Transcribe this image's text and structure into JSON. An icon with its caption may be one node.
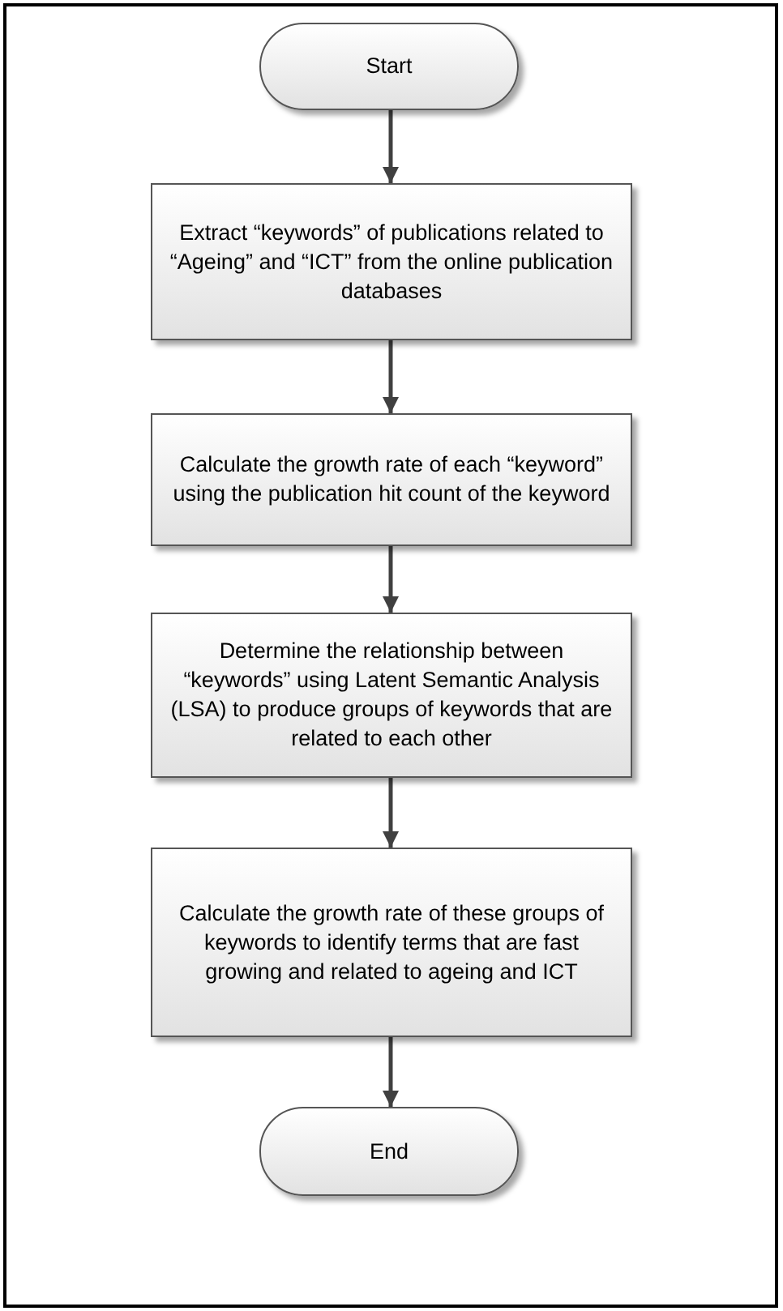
{
  "diagram": {
    "nodes": [
      {
        "text": [
          "Start"
        ]
      },
      {
        "text": [
          "Extract “keywords” of publications related to “Ageing” and “ICT” from the online publication databases"
        ]
      },
      {
        "text": [
          "Calculate the growth rate of each “keyword” using the publication hit count of the keyword"
        ]
      },
      {
        "text": [
          "Determine the relationship between “keywords” using Latent Semantic Analysis (LSA) to produce groups of keywords that are related to each other"
        ]
      },
      {
        "text": [
          "Calculate the growth rate of these groups of keywords to identify terms that are fast growing and related to ageing and ICT"
        ]
      },
      {
        "text": [
          "End"
        ]
      }
    ],
    "edges": [
      {
        "from": 0,
        "to": 1,
        "arrow": "to"
      },
      {
        "from": 1,
        "to": 2,
        "arrow": "to"
      },
      {
        "from": 2,
        "to": 3,
        "arrow": "to"
      },
      {
        "from": 3,
        "to": 4,
        "arrow": "to"
      },
      {
        "from": 4,
        "to": 5,
        "arrow": "to"
      }
    ]
  }
}
